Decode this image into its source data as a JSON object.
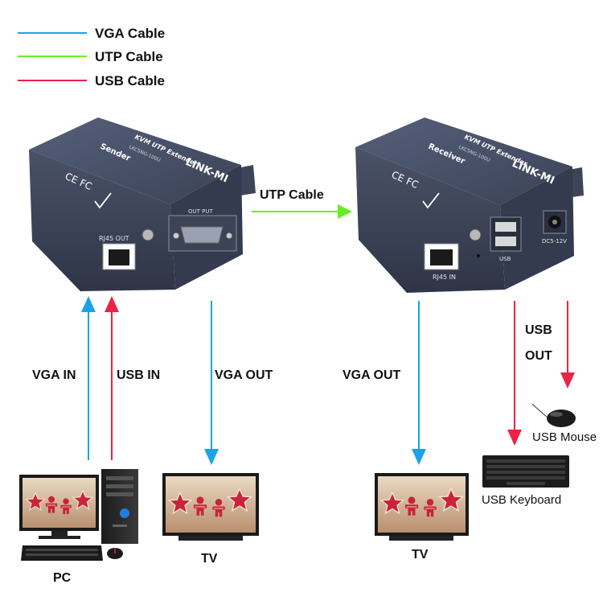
{
  "legend": {
    "vga": {
      "label": "VGA Cable",
      "color": "#1aa3e8"
    },
    "utp": {
      "label": "UTP Cable",
      "color": "#66ee22"
    },
    "usb": {
      "label": "USB Cable",
      "color": "#ee2244"
    }
  },
  "sender": {
    "brand": "LINK-MI",
    "product": "KVM UTP Extender",
    "role": "Sender",
    "model": "LKC5NG-100U",
    "port_rj45": "RJ45 OUT",
    "port_vga": "OUT PUT",
    "cert": "CE FC"
  },
  "receiver": {
    "brand": "LINK-MI",
    "product": "KVM UTP Extender",
    "role": "Receiver",
    "model": "LKC5NG-100U",
    "port_rj45": "RJ45 IN",
    "port_usb": "USB",
    "port_dc": "DC5-12V",
    "cert": "CE FC"
  },
  "connections": {
    "utp_cable": "UTP Cable",
    "vga_in": "VGA IN",
    "usb_in": "USB IN",
    "vga_out_sender": "VGA OUT",
    "vga_out_receiver": "VGA OUT",
    "usb_out_line1": "USB",
    "usb_out_line2": "OUT"
  },
  "devices": {
    "pc": "PC",
    "tv_left": "TV",
    "tv_right": "TV",
    "usb_mouse": "USB Mouse",
    "usb_keyboard": "USB Keyboard"
  }
}
